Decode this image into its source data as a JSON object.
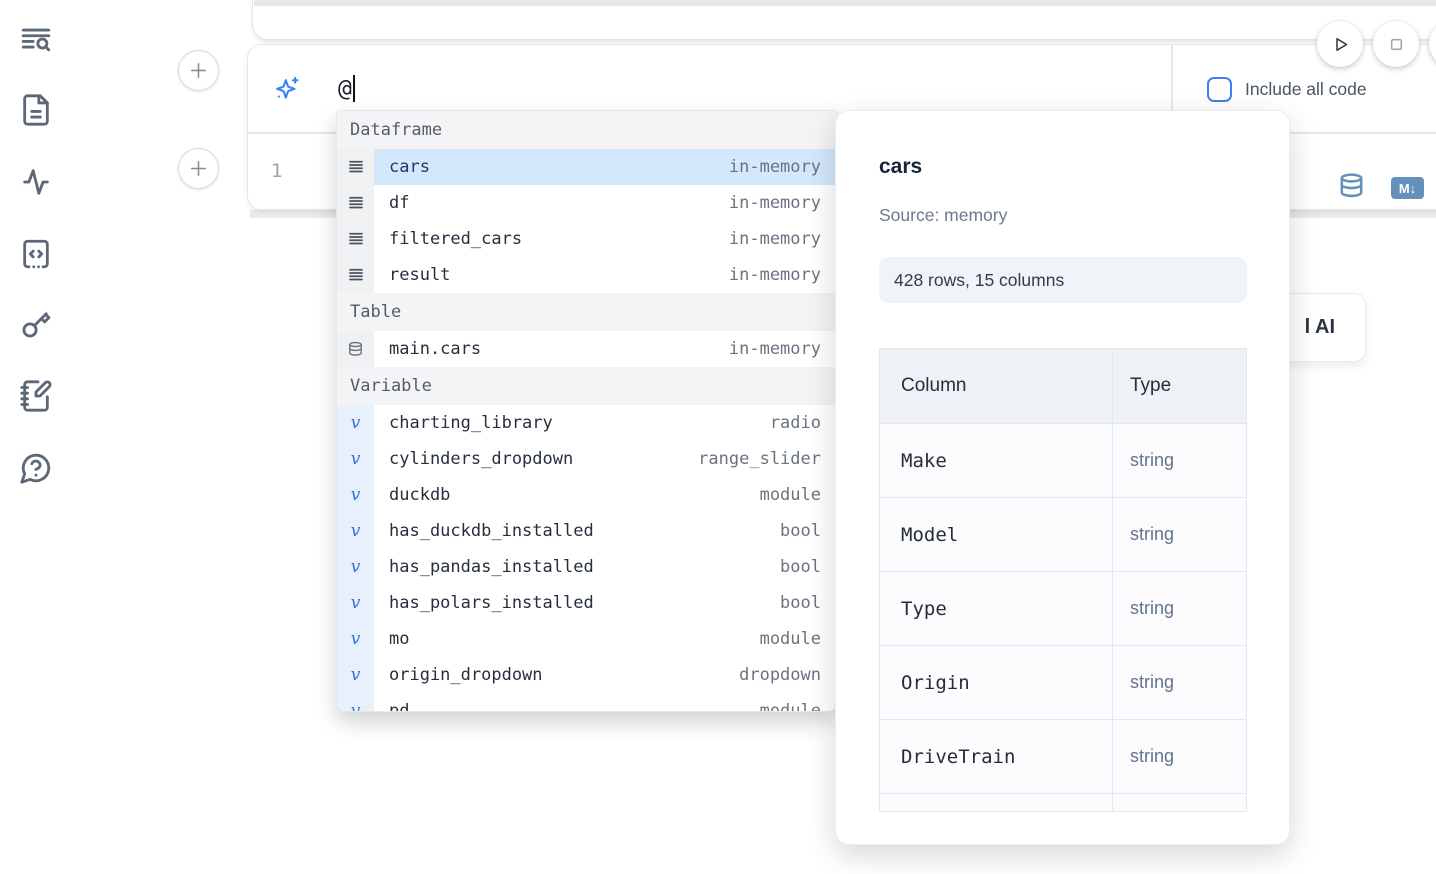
{
  "sidebar": {
    "icons": [
      {
        "name": "toc-search-icon"
      },
      {
        "name": "file-document-icon"
      },
      {
        "name": "activity-variables-icon"
      },
      {
        "name": "scratchpad-code-icon"
      },
      {
        "name": "key-secrets-icon"
      },
      {
        "name": "notebook-pen-icon"
      },
      {
        "name": "help-chat-icon"
      }
    ]
  },
  "run_controls": {
    "play": "run-cell",
    "stop": "interrupt"
  },
  "ai_panel": {
    "prompt_value": "@",
    "include_all_code_label": "Include all code"
  },
  "code_cell": {
    "line_number": "1"
  },
  "autocomplete": {
    "sections": [
      {
        "label": "Dataframe",
        "items": [
          {
            "name": "cars",
            "detail": "in-memory",
            "selected": true
          },
          {
            "name": "df",
            "detail": "in-memory"
          },
          {
            "name": "filtered_cars",
            "detail": "in-memory"
          },
          {
            "name": "result",
            "detail": "in-memory"
          }
        ]
      },
      {
        "label": "Table",
        "items": [
          {
            "name": "main.cars",
            "detail": "in-memory"
          }
        ]
      },
      {
        "label": "Variable",
        "items": [
          {
            "name": "charting_library",
            "detail": "radio"
          },
          {
            "name": "cylinders_dropdown",
            "detail": "range_slider"
          },
          {
            "name": "duckdb",
            "detail": "module"
          },
          {
            "name": "has_duckdb_installed",
            "detail": "bool"
          },
          {
            "name": "has_pandas_installed",
            "detail": "bool"
          },
          {
            "name": "has_polars_installed",
            "detail": "bool"
          },
          {
            "name": "mo",
            "detail": "module"
          },
          {
            "name": "origin_dropdown",
            "detail": "dropdown"
          },
          {
            "name": "pd",
            "detail": "module",
            "clipped": true
          }
        ]
      }
    ]
  },
  "preview": {
    "title": "cars",
    "source_label": "Source: memory",
    "shape_label": "428 rows, 15 columns",
    "table": {
      "headers": [
        "Column",
        "Type"
      ],
      "rows": [
        [
          "Make",
          "string"
        ],
        [
          "Model",
          "string"
        ],
        [
          "Type",
          "string"
        ],
        [
          "Origin",
          "string"
        ],
        [
          "DriveTrain",
          "string"
        ]
      ]
    }
  },
  "ai_button": {
    "visible_label": "l AI"
  },
  "colors": {
    "accent_blue": "#3b82f6",
    "selection_blue": "#d3e8fb",
    "steel_blue": "#6391b9",
    "section_header_bg": "#f3f4f6"
  }
}
